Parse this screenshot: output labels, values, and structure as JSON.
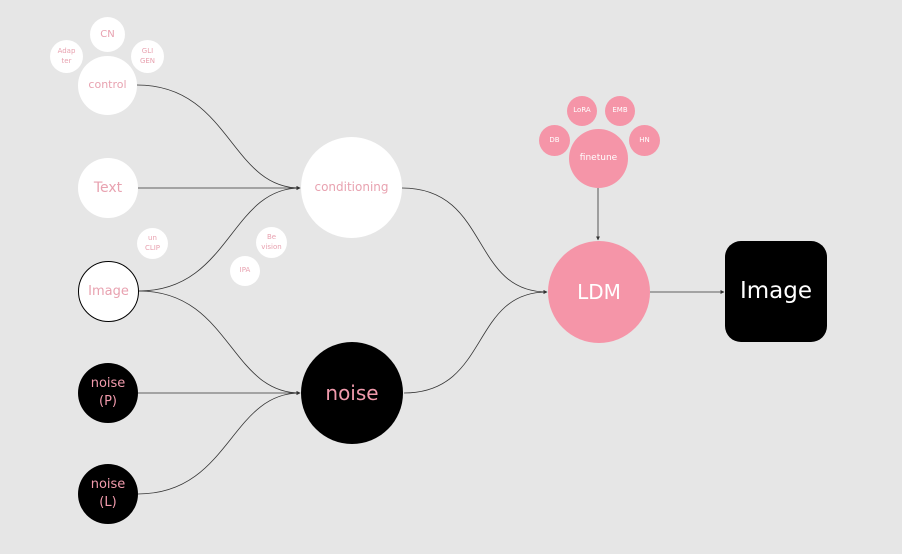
{
  "colors": {
    "background": "#e6e6e6",
    "node_white": "#ffffff",
    "node_black": "#000000",
    "node_pink": "#f595a8",
    "text_pink": "#e8a2b0",
    "edge": "#333333"
  },
  "nodes": {
    "control": "control",
    "control_sub": {
      "cn": "CN",
      "adapter": "Adap\nter",
      "gligen": "GLI\nGEN"
    },
    "text": "Text",
    "image_input": "Image",
    "image_sub": {
      "unclip": "un\nCLIP",
      "bevision": "Be\nvision",
      "ipa": "IPA"
    },
    "noise_p": "noise\n(P)",
    "noise_l": "noise\n(L)",
    "conditioning": "conditioning",
    "noise": "noise",
    "ldm": "LDM",
    "finetune": "finetune",
    "finetune_sub": {
      "lora": "LoRA",
      "emb": "EMB",
      "db": "DB",
      "hn": "HN"
    },
    "image_output": "Image"
  }
}
